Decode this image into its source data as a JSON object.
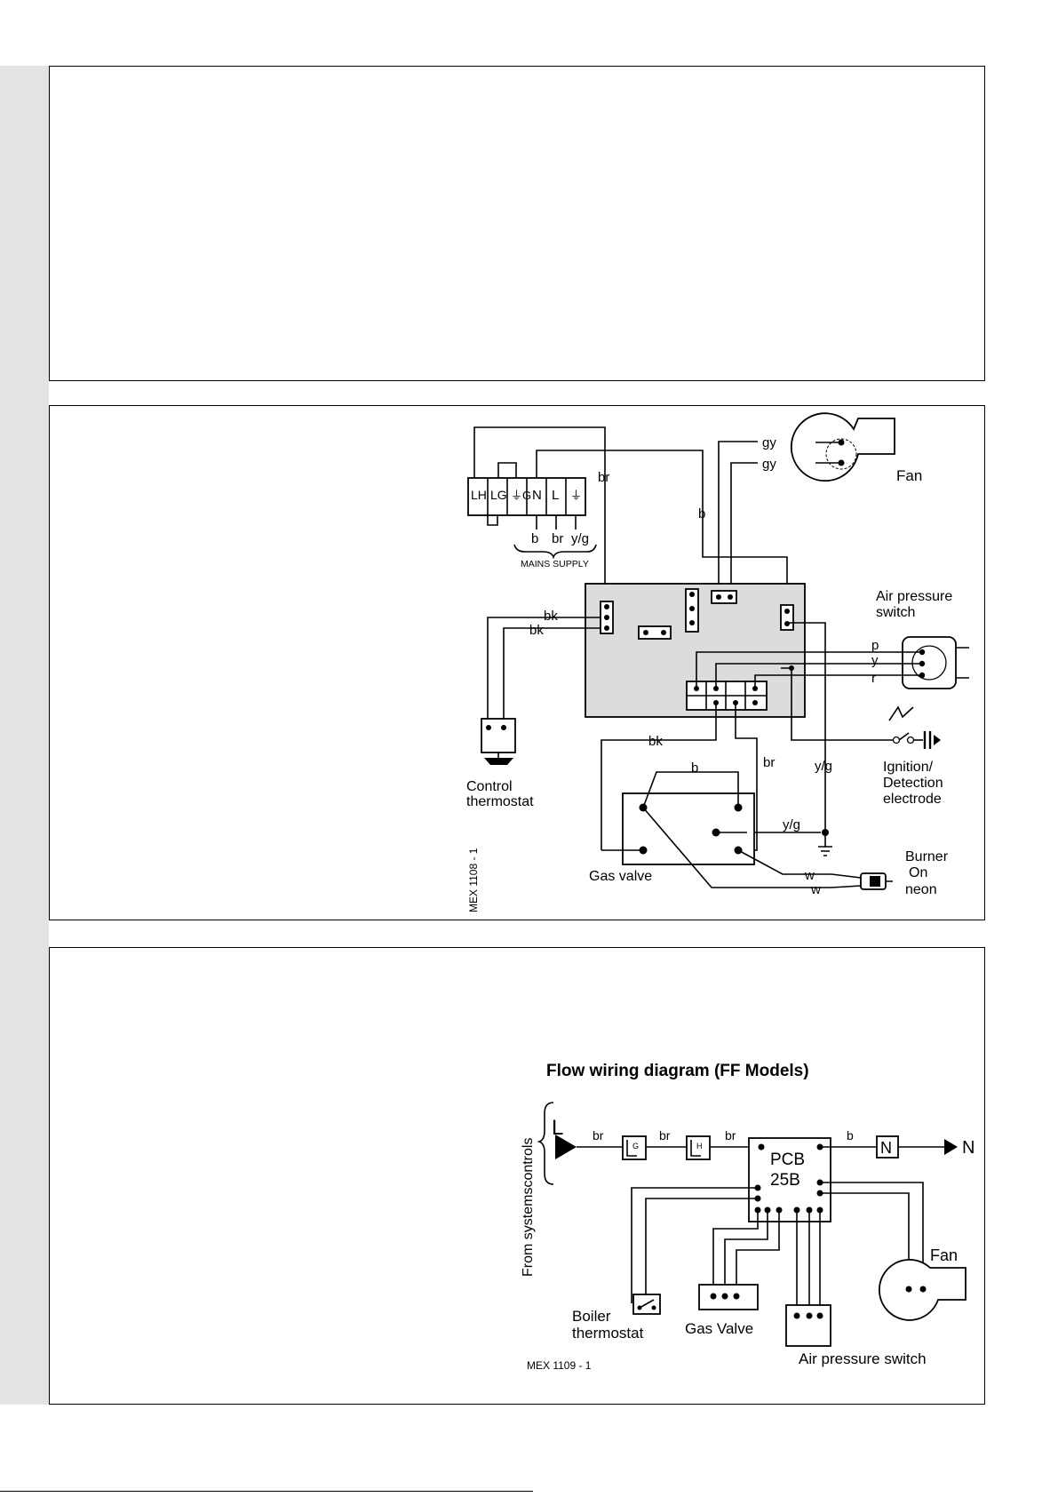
{
  "schematic": {
    "caption": "MEX 1108 - 1",
    "terminals": [
      "LH",
      "LG",
      "⏚G",
      "N",
      "L",
      "⏚"
    ],
    "mains": {
      "label": "MAINS SUPPLY",
      "wires": [
        "b",
        "br",
        "y/g"
      ]
    },
    "wire_labels": {
      "br_top": "br",
      "b_mid": "b",
      "gy1": "gy",
      "gy2": "gy",
      "bk1": "bk",
      "bk2": "bk",
      "p": "p",
      "y": "y",
      "r": "r",
      "bk_lower": "bk",
      "b_lower": "b",
      "br_lower": "br",
      "yg1": "y/g",
      "yg2": "y/g",
      "w1": "w",
      "w2": "w"
    },
    "components": {
      "fan": "Fan",
      "air_pressure_switch": [
        "Air pressure",
        "switch"
      ],
      "control_thermostat": [
        "Control",
        "thermostat"
      ],
      "ignition": [
        "Ignition/",
        "Detection",
        "electrode"
      ],
      "gas_valve": "Gas valve",
      "burner_neon": [
        "Burner",
        "On",
        "neon"
      ]
    }
  },
  "flow_diagram": {
    "title": "Flow wiring diagram (FF Models)",
    "side_label": "From systemscontrols",
    "caption": "MEX 1109 - 1",
    "input": "L",
    "output": "N",
    "wire_labels": [
      "br",
      "br",
      "br",
      "b"
    ],
    "pcb": [
      "PCB",
      "25B"
    ],
    "blocks": {
      "lg": "G",
      "lh": "H",
      "n": "N"
    },
    "components": {
      "fan": "Fan",
      "boiler_thermostat": [
        "Boiler",
        "thermostat"
      ],
      "gas_valve": "Gas Valve",
      "air_pressure_switch": "Air pressure switch"
    }
  }
}
